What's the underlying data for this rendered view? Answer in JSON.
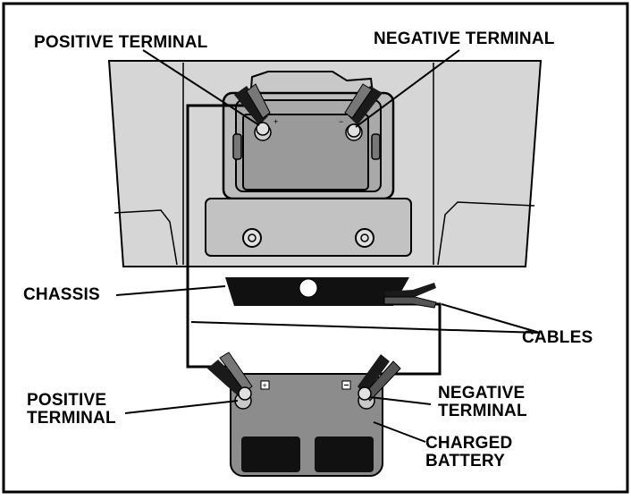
{
  "labels": {
    "positive_terminal_top": "POSITIVE  TERMINAL",
    "negative_terminal_top": "NEGATIVE  TERMINAL",
    "chassis": "CHASSIS",
    "cables": "CABLES",
    "positive_terminal_bottom": [
      "POSITIVE",
      "TERMINAL"
    ],
    "negative_terminal_bottom": [
      "NEGATIVE",
      "TERMINAL"
    ],
    "charged_battery": [
      "CHARGED",
      "BATTERY"
    ]
  },
  "colors": {
    "panel": "#d6d6d6",
    "panel_dark": "#bdbdbd",
    "battery": "#8c8c8c",
    "line": "#000000",
    "frame": "#000000"
  }
}
